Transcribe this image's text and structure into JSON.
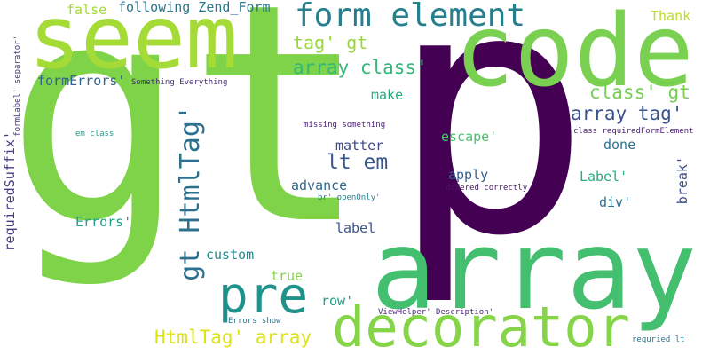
{
  "words": [
    {
      "text": "gt",
      "color": "#7ed348"
    },
    {
      "text": "p",
      "color": "#440154"
    },
    {
      "text": "code",
      "color": "#7ad151"
    },
    {
      "text": "seem",
      "color": "#a5db36"
    },
    {
      "text": "array",
      "color": "#44bf70"
    },
    {
      "text": "decorator",
      "color": "#86d549"
    },
    {
      "text": "form element",
      "color": "#277f8e"
    },
    {
      "text": "pre",
      "color": "#20928c"
    },
    {
      "text": "gt HtmlTag'",
      "color": "#2d708e"
    },
    {
      "text": "HtmlTag' array",
      "color": "#dde318"
    },
    {
      "text": "lt em",
      "color": "#39568c"
    },
    {
      "text": "array tag'",
      "color": "#3b528b"
    },
    {
      "text": "class' gt",
      "color": "#75d054"
    },
    {
      "text": "array class'",
      "color": "#35b779"
    },
    {
      "text": "tag' gt",
      "color": "#98d83e"
    },
    {
      "text": "following Zend_Form",
      "color": "#2a788e"
    },
    {
      "text": "false",
      "color": "#a2da37"
    },
    {
      "text": "Thank",
      "color": "#bade28"
    },
    {
      "text": "formErrors'",
      "color": "#33638d"
    },
    {
      "text": "make",
      "color": "#25ac82"
    },
    {
      "text": "matter",
      "color": "#3e4989"
    },
    {
      "text": "done",
      "color": "#2c728e"
    },
    {
      "text": "escape'",
      "color": "#4ac16d"
    },
    {
      "text": "apply",
      "color": "#365d8d"
    },
    {
      "text": "Label'",
      "color": "#27ad81"
    },
    {
      "text": "advance",
      "color": "#31688e"
    },
    {
      "text": "div'",
      "color": "#2e6f8e"
    },
    {
      "text": "break'",
      "color": "#3d4d8a"
    },
    {
      "text": "Errors'",
      "color": "#1f9f88"
    },
    {
      "text": "label",
      "color": "#3a548c"
    },
    {
      "text": "custom",
      "color": "#23898e"
    },
    {
      "text": "true",
      "color": "#84d44b"
    },
    {
      "text": "row'",
      "color": "#1fa088"
    },
    {
      "text": "requiredSuffix'",
      "color": "#433e85"
    },
    {
      "text": "formLabel' separator'",
      "color": "#46337f"
    },
    {
      "text": "Something Everything",
      "color": "#46327e"
    },
    {
      "text": "missing something",
      "color": "#481f70"
    },
    {
      "text": "class requiredFormElement",
      "color": "#482173"
    },
    {
      "text": "em class",
      "color": "#1f988b"
    },
    {
      "text": "br' openOnly'",
      "color": "#26828e"
    },
    {
      "text": "ordered correctly",
      "color": "#481668"
    },
    {
      "text": "Errors show",
      "color": "#2d718e"
    },
    {
      "text": "ViewHelper' Description'",
      "color": "#472a7a"
    },
    {
      "text": "requried lt",
      "color": "#2c738e"
    }
  ]
}
